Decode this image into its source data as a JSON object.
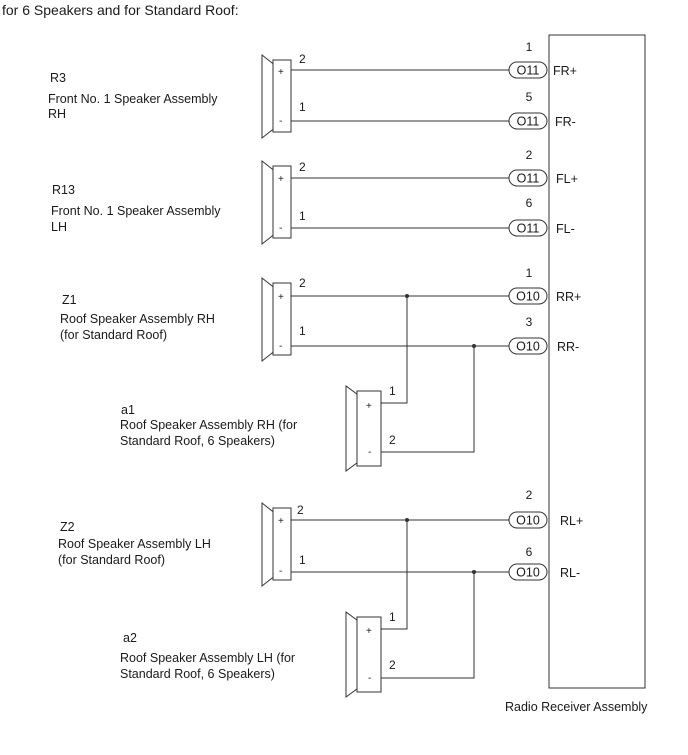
{
  "heading": "for 6 Speakers and for Standard Roof:",
  "receiver": {
    "label": "Radio Receiver Assembly",
    "terminals": [
      {
        "pin": "1",
        "connector": "O11",
        "name": "FR+"
      },
      {
        "pin": "5",
        "connector": "O11",
        "name": "FR-"
      },
      {
        "pin": "2",
        "connector": "O11",
        "name": "FL+"
      },
      {
        "pin": "6",
        "connector": "O11",
        "name": "FL-"
      },
      {
        "pin": "1",
        "connector": "O10",
        "name": "RR+"
      },
      {
        "pin": "3",
        "connector": "O10",
        "name": "RR-"
      },
      {
        "pin": "2",
        "connector": "O10",
        "name": "RL+"
      },
      {
        "pin": "6",
        "connector": "O10",
        "name": "RL-"
      }
    ]
  },
  "speakers": [
    {
      "code": "R3",
      "name_lines": [
        "Front No. 1 Speaker Assembly",
        "RH"
      ],
      "pin_plus": "2",
      "pin_minus": "1",
      "plus": "+",
      "minus": "-"
    },
    {
      "code": "R13",
      "name_lines": [
        "Front No. 1 Speaker Assembly",
        "LH"
      ],
      "pin_plus": "2",
      "pin_minus": "1",
      "plus": "+",
      "minus": "-"
    },
    {
      "code": "Z1",
      "name_lines": [
        "Roof Speaker Assembly RH",
        "(for Standard Roof)"
      ],
      "pin_plus": "2",
      "pin_minus": "1",
      "plus": "+",
      "minus": "-"
    },
    {
      "code": "a1",
      "name_lines": [
        "Roof Speaker Assembly RH (for",
        "Standard Roof, 6 Speakers)"
      ],
      "pin_plus": "1",
      "pin_minus": "2",
      "plus": "+",
      "minus": "-"
    },
    {
      "code": "Z2",
      "name_lines": [
        "Roof Speaker Assembly LH",
        "(for Standard Roof)"
      ],
      "pin_plus": "2",
      "pin_minus": "1",
      "plus": "+",
      "minus": "-"
    },
    {
      "code": "a2",
      "name_lines": [
        "Roof Speaker Assembly LH (for",
        "Standard Roof, 6 Speakers)"
      ],
      "pin_plus": "1",
      "pin_minus": "2",
      "plus": "+",
      "minus": "-"
    }
  ]
}
